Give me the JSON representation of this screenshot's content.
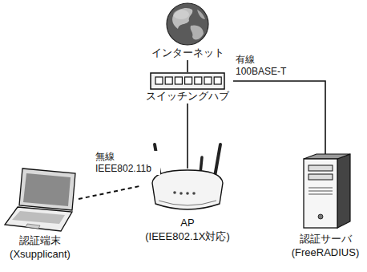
{
  "diagram": {
    "nodes": [
      {
        "text": [
          "インターネット"
        ]
      },
      {
        "text": [
          "スイッチングハブ"
        ]
      },
      {
        "text": [
          "認証端末",
          "(Xsupplicant)"
        ]
      },
      {
        "text": [
          "AP",
          "(IEEE802.1X対応)"
        ]
      },
      {
        "text": [
          "認証サーバ",
          "(FreeRADIUS)"
        ]
      }
    ],
    "edges": [
      {
        "from": 0,
        "to": 1,
        "arrow": "none"
      },
      {
        "from": 1,
        "to": 4,
        "label": "有線 100BASE-T",
        "arrow": "none"
      },
      {
        "from": 1,
        "to": 3,
        "arrow": "none"
      },
      {
        "from": 2,
        "to": 3,
        "label": "無線 IEEE802.11b",
        "arrow": "none"
      }
    ]
  }
}
